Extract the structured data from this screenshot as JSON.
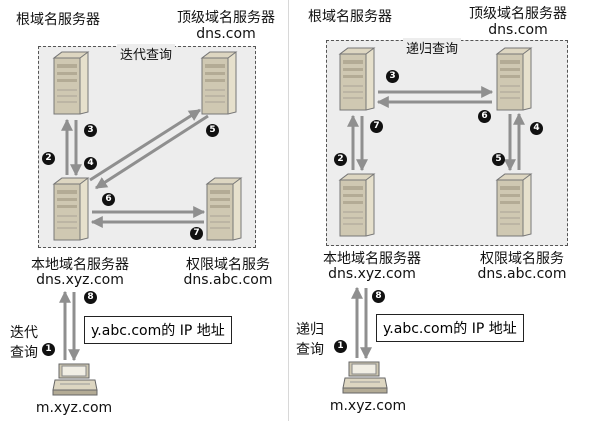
{
  "left": {
    "box_title": "迭代查询",
    "root_label": "根域名服务器",
    "tld_label": "顶级域名服务器",
    "tld_domain": "dns.com",
    "local_label": "本地域名服务器",
    "local_domain": "dns.xyz.com",
    "auth_label": "权限域名服务",
    "auth_domain": "dns.abc.com",
    "query_type_line1": "迭代",
    "query_type_line2": "查询",
    "answer": "y.abc.com的 IP 地址",
    "host": "m.xyz.com",
    "steps": [
      "1",
      "2",
      "3",
      "4",
      "5",
      "6",
      "7",
      "8"
    ]
  },
  "right": {
    "box_title": "递归查询",
    "root_label": "根域名服务器",
    "tld_label": "顶级域名服务器",
    "tld_domain": "dns.com",
    "local_label": "本地域名服务器",
    "local_domain": "dns.xyz.com",
    "auth_label": "权限域名服务",
    "auth_domain": "dns.abc.com",
    "query_type_line1": "递归",
    "query_type_line2": "查询",
    "answer": "y.abc.com的 IP 地址",
    "host": "m.xyz.com",
    "steps": [
      "1",
      "2",
      "3",
      "4",
      "5",
      "6",
      "7",
      "8"
    ]
  },
  "colors": {
    "arrow": "#8f8f8f",
    "server": "#cfc8b2",
    "box_bg": "#ededed"
  }
}
